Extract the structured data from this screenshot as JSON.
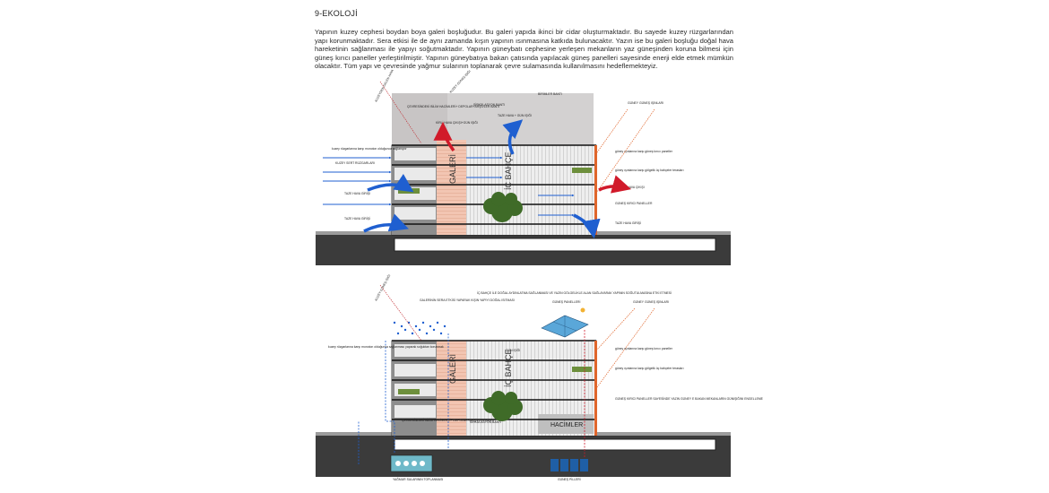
{
  "heading": "9-EKOLOJİ",
  "paragraph": "Yapının kuzey cephesi boydan boya galeri boşluğudur. Bu galeri yapıda ikinci bir cidar oluşturmaktadır. Bu sayede kuzey rüzgarlarından yapı korunmaktadır.  Sera etkisi ile de aynı zamanda kışın yapının ısınmasına katkıda bulunacaktır. Yazın ise bu galeri boşluğu doğal hava hareketinin sağlanması ile yapıyı soğutmaktadır. Yapının güneybatı cephesine yerleşen mekanların yaz güneşinden koruna bilmesi için güneş kırıcı paneller yerleştirilmiştir.  Yapının güneybatıya bakan çatısında yapılacak güneş panelleri sayesinde enerji elde etmek mümkün olacaktır. Tüm yapı ve çevresinde yağmur sularının toplanarak çevre sulamasında kullanılmasını hedeflemekteyiz.",
  "section1": {
    "top_north_label": "KUZEYDEN GELEN HAVA",
    "top_north2_label": "KUZEY GÜNEŞ IŞIĞI",
    "zone_left": "ÇEVRESİNDEKİ BİLİM HACİMLERİ+ DEPOLAR+ARŞİVLER BANTI",
    "zone_mid": "SİRKÜLASYON BANTI",
    "zone_right": "BİRİMLER BANTI",
    "dirty_air_out": "KİRLİ HAVA ÇIKIŞI+GÜN IŞIĞI",
    "fresh_in_top": "TAZE HAVA + GÜN IŞIĞI",
    "galeri": "GALERİ",
    "ic_bahce": "İÇ BAHÇE",
    "left_wind_note": "kuzey rüzgarlarına karşı monoton olduğunca sağlanıyor",
    "north_wind": "KUZEY SERT RÜZGARLARI",
    "fresh_in_1": "TAZE HAVA GİRİŞİ",
    "fresh_in_2": "TAZE HAVA GİRİŞİ",
    "south_sun": "GÜNEY GÜNEŞ IŞINLARI",
    "shade_note_1": "güney ışınlarına karşı güneş kırıcı paneller",
    "shade_note_2": "güney ışınlarına karşı gölgelik üç bahçeler terasları",
    "dirty_air_out_r": "KİRLİ HAVA ÇIKIŞI",
    "panels": "GÜNEŞ KIRICI PANELLER",
    "fresh_in_r": "TAZE HAVA GİRİŞİ"
  },
  "section2": {
    "top_north_label": "KUZEY GÜNEŞ IŞIĞI",
    "gallery_note": "GALERİNİN SERA ETKİSİ YAPARAK KIŞIN YAPIYI DOĞAL ISITMASI",
    "garden_note": "İÇ BAHÇE İLE DOĞAL AYDINLATMA SAĞLANMASI VE YAZIN GÖLGELİKLE ALAN SAĞLAYARAK YAPININ SOĞUTULMASINA ETKİ ETMESİ",
    "solar_panels": "GÜNEŞ PANELLERİ",
    "south_sun": "GÜNEY GÜNEŞ IŞINLARI",
    "left_wind_note": "kuzey rüzgarlarına karşı monoton olduğunca sağlanması yaparak soğuktan korunmak",
    "galeri": "GALERİ",
    "ic_bahce": "İÇ BAHÇE",
    "gun_isigi": "GÜN IŞIĞI",
    "shade_note_1": "güney ışınlarına karşı güneş kırıcı paneller",
    "shade_note_2": "güney ışınlarına karşı gölgelik üç bahçeler terasları",
    "panels_note": "GÜNEŞ KIRICI PANELLER SAYESİNDE YAZIN GÜNEY E BAKAN MEKANLARIN GÜNIŞIĞINI ENGELLEME",
    "zone_left": "ÇEVRESİNDEKİ BİLİM HACİMLERİ+ DEPOLAR+ARŞİVLER BANTI",
    "zone_mid": "SİRKÜLASYON BANTI",
    "hacimler": "HACİMLER",
    "rain": "YAĞMUR SULARININ TOPLANMASI",
    "battery": "GÜNEŞ PİLLERİ"
  },
  "colors": {
    "gallery": "#f2c5b2",
    "gallery_line": "#d99a80",
    "sky_block": "#cdcaca",
    "floor_gray": "#8a8a8a",
    "ground": "#3b3b3b",
    "arrow_blue": "#1f5fd0",
    "arrow_red": "#d11a2a",
    "sun_orange": "#e0662c",
    "tree": "#3f6b28",
    "solar": "#5aa7d9"
  }
}
